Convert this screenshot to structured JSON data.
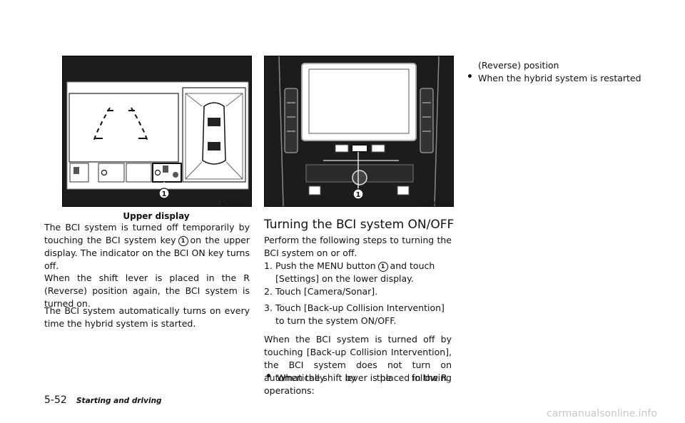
{
  "figure1": {
    "code": "JVS0304X",
    "caption": "Upper display",
    "callout": "1"
  },
  "figure2": {
    "code": "JVS0246X",
    "callout": "1"
  },
  "left": {
    "p1_pre": "The BCI system is turned off temporarily by touching the BCI system key",
    "p1_callout": "1",
    "p1_post": "on the upper display. The indicator on the BCI ON key turns off.",
    "p2": "When the shift lever is placed in the R (Reverse) position again, the BCI system is turned on.",
    "p3": "The BCI system automatically turns on every time the hybrid system is started."
  },
  "middle": {
    "heading": "Turning the BCI system ON/OFF",
    "intro": "Perform the following steps to turning the BCI system on or off.",
    "steps": [
      {
        "num": "1.",
        "pre": "Push the MENU button",
        "callout": "1",
        "post": "and touch [Settings] on the lower display."
      },
      {
        "num": "2.",
        "text": "Touch [Camera/Sonar]."
      },
      {
        "num": "3.",
        "text": "Touch [Back-up Collision Intervention] to turn the system ON/OFF."
      }
    ],
    "p_after": "When the BCI system is turned off by touching [Back-up Collision Intervention], the BCI system does not turn on automatically by the following operations:",
    "bullet1": "When the shift lever is placed in the R"
  },
  "right": {
    "bullet1_cont": "(Reverse) position",
    "bullet2": "When the hybrid system is restarted"
  },
  "footer": {
    "page": "5-52",
    "section": "Starting and driving"
  },
  "watermark": "carmanualsonline.info"
}
